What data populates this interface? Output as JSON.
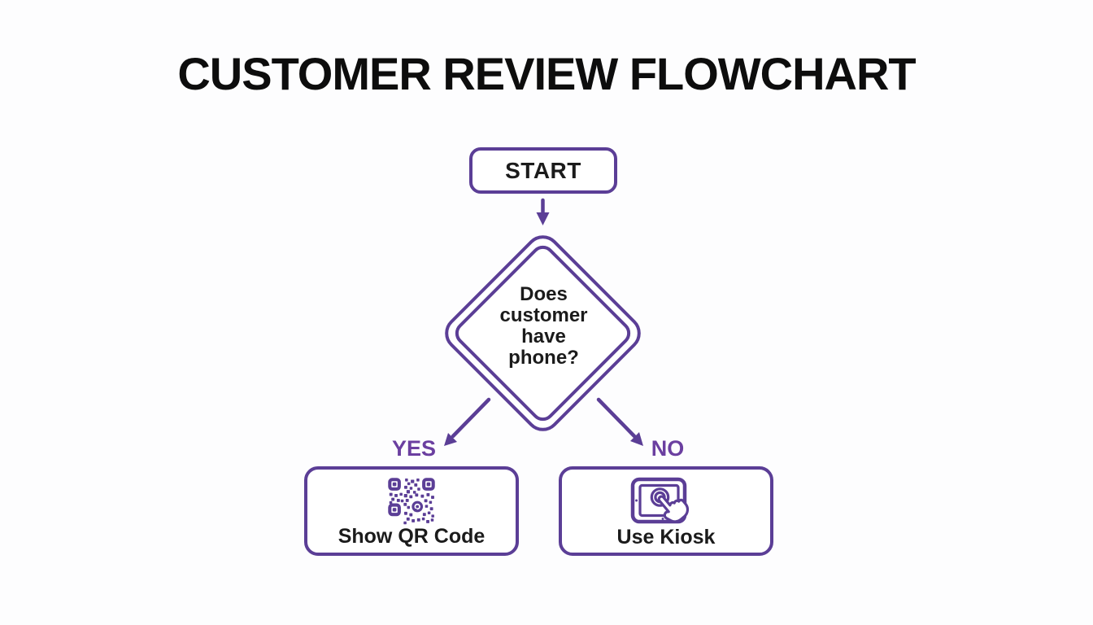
{
  "colors": {
    "accent": "#5b3e96",
    "label": "#6b3fa0",
    "text": "#1b1b1b",
    "title": "#0d0d0d",
    "background": "#fdfdfe"
  },
  "header": {
    "title": "CUSTOMER REVIEW FLOWCHART"
  },
  "flowchart": {
    "start": {
      "label": "START"
    },
    "decision": {
      "question": "Does customer have phone?"
    },
    "branches": {
      "yes_label": "YES",
      "no_label": "NO"
    },
    "outcomes": {
      "show_qr": {
        "label": "Show QR Code",
        "icon": "qr-code-icon"
      },
      "use_kiosk": {
        "label": "Use Kiosk",
        "icon": "kiosk-touch-icon"
      }
    }
  }
}
